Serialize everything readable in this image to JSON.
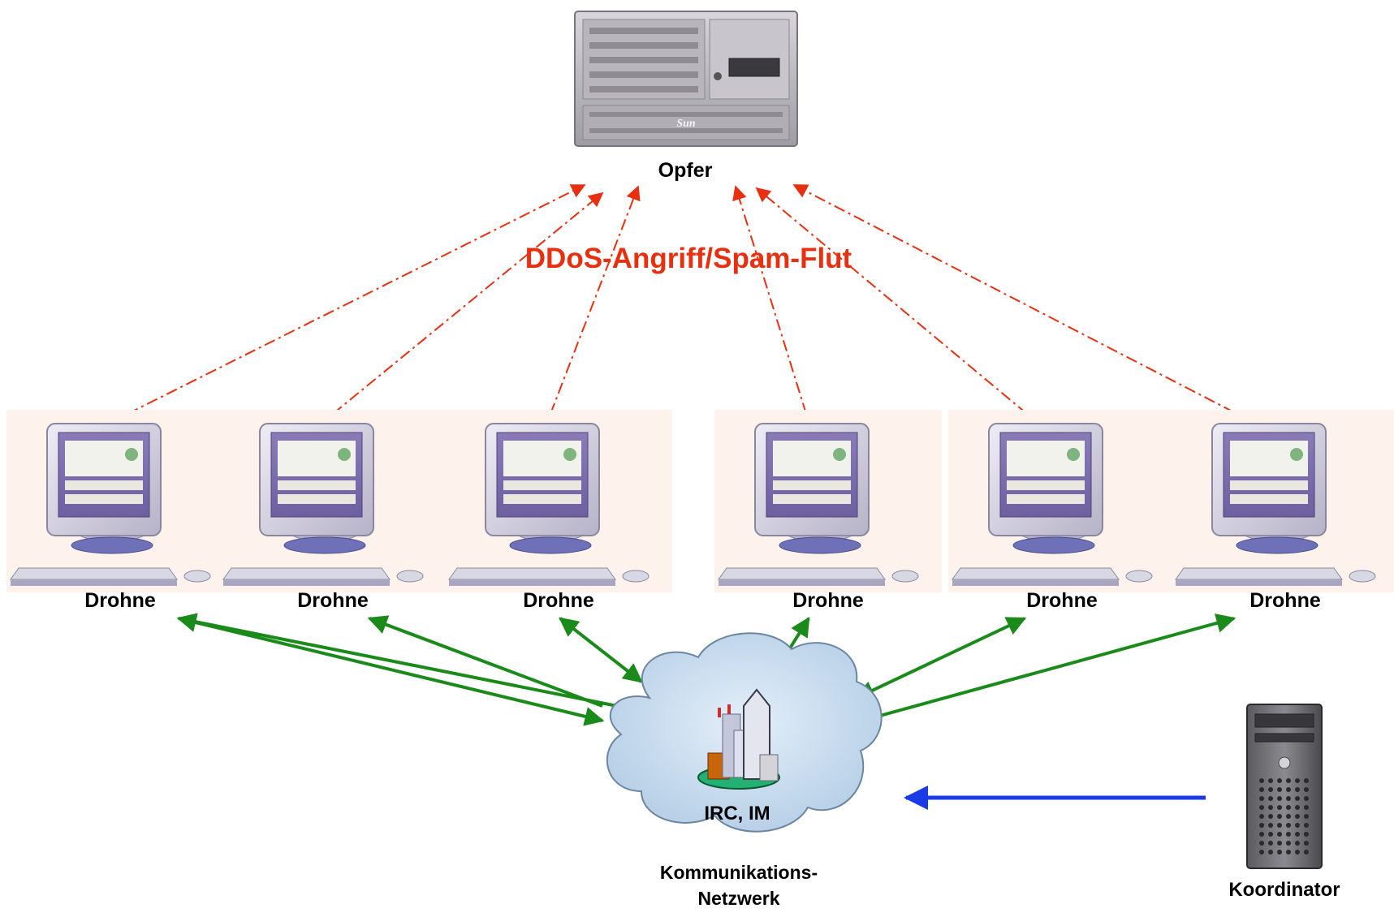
{
  "victim": {
    "label": "Opfer",
    "brand": "Sun"
  },
  "attack": {
    "label": "DDoS-Angriff/Spam-Flut"
  },
  "drones": [
    {
      "label": "Drohne"
    },
    {
      "label": "Drohne"
    },
    {
      "label": "Drohne"
    },
    {
      "label": "Drohne"
    },
    {
      "label": "Drohne"
    },
    {
      "label": "Drohne"
    }
  ],
  "network": {
    "inner_label": "IRC, IM",
    "caption_line1": "Kommunikations-",
    "caption_line2": "Netzwerk"
  },
  "coordinator": {
    "label": "Koordinator"
  },
  "colors": {
    "attack": "#e83010",
    "control": "#1a8a1a",
    "command": "#1a3ae8",
    "cloud": "#c6dbef",
    "text": "#000000"
  }
}
